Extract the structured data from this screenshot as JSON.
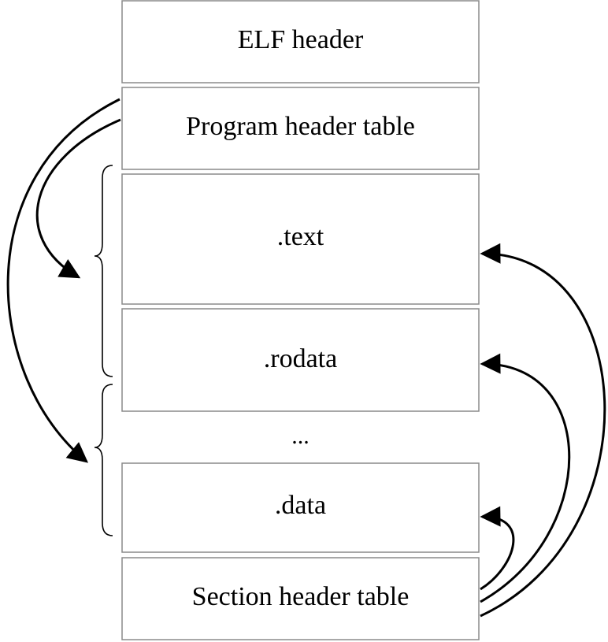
{
  "diagram": {
    "boxes": [
      {
        "id": "elf-header",
        "label": "ELF header"
      },
      {
        "id": "program-header-table",
        "label": "Program header table"
      },
      {
        "id": "text-section",
        "label": ".text"
      },
      {
        "id": "rodata-section",
        "label": ".rodata"
      },
      {
        "id": "data-section",
        "label": ".data"
      },
      {
        "id": "section-header-table",
        "label": "Section header table"
      }
    ],
    "ellipsis": "...",
    "colors": {
      "box_border": "#8a8a8a",
      "ink": "#000000",
      "background": "#ffffff"
    }
  }
}
